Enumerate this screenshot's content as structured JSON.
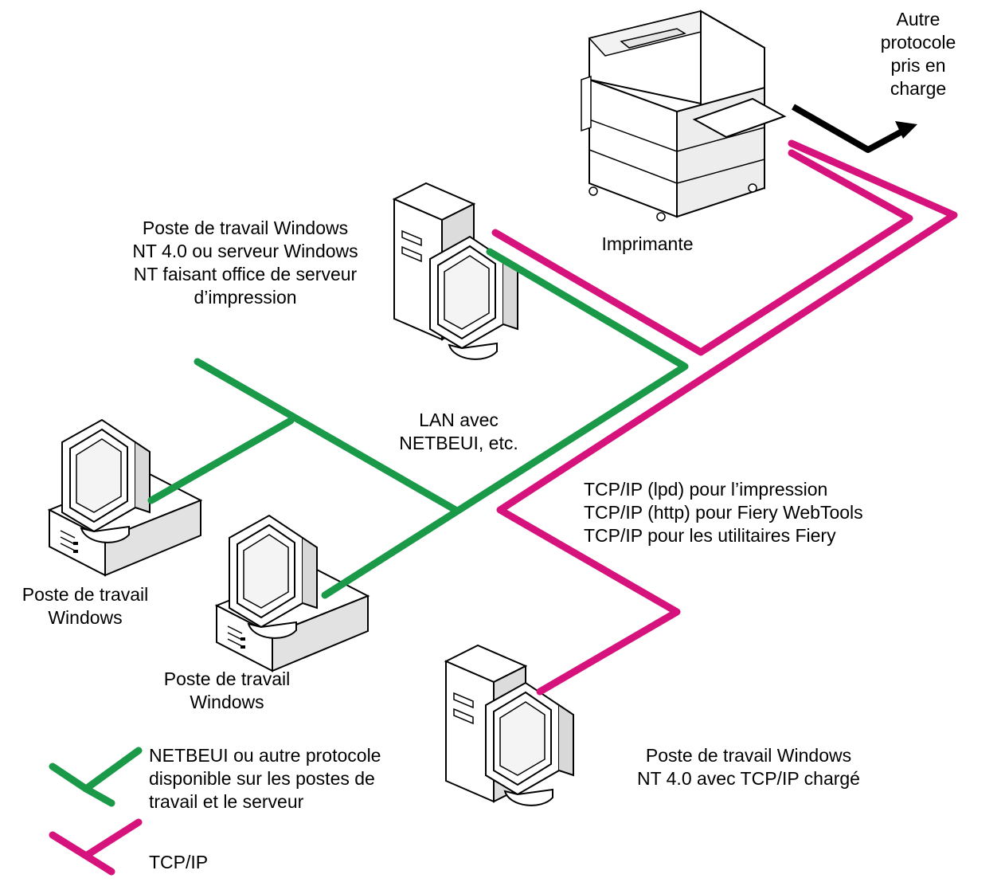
{
  "colors": {
    "netbeui_line": "#1a9a48",
    "tcpip_line": "#d6137c",
    "other_protocol_arrow": "#000000",
    "device_outline": "#000000",
    "device_shadow": "#b9b9b9"
  },
  "labels": {
    "other_protocol": "Autre\nprotocole\npris en\ncharge",
    "printer": "Imprimante",
    "print_server": "Poste de travail Windows\nNT 4.0 ou serveur Windows\nNT faisant office de serveur\nd’impression",
    "lan": "LAN avec\nNETBEUI, etc.",
    "tcpip_uses": "TCP/IP (lpd) pour l’impression\nTCP/IP (http) pour Fiery WebTools\nTCP/IP pour les utilitaires Fiery",
    "workstation_left": "Poste de travail\nWindows",
    "workstation_middle": "Poste de travail\nWindows",
    "workstation_nt": "Poste de travail Windows\nNT 4.0 avec TCP/IP chargé"
  },
  "legend": {
    "netbeui": {
      "icon": "green-branch-line-icon",
      "text": "NETBEUI ou autre protocole\ndisponible sur les postes de\ntravail et le serveur"
    },
    "tcpip": {
      "icon": "magenta-branch-line-icon",
      "text": "TCP/IP"
    }
  },
  "icons": {
    "printer": "printer-icon",
    "server": "tower-computer-icon",
    "workstation": "desktop-computer-icon"
  }
}
